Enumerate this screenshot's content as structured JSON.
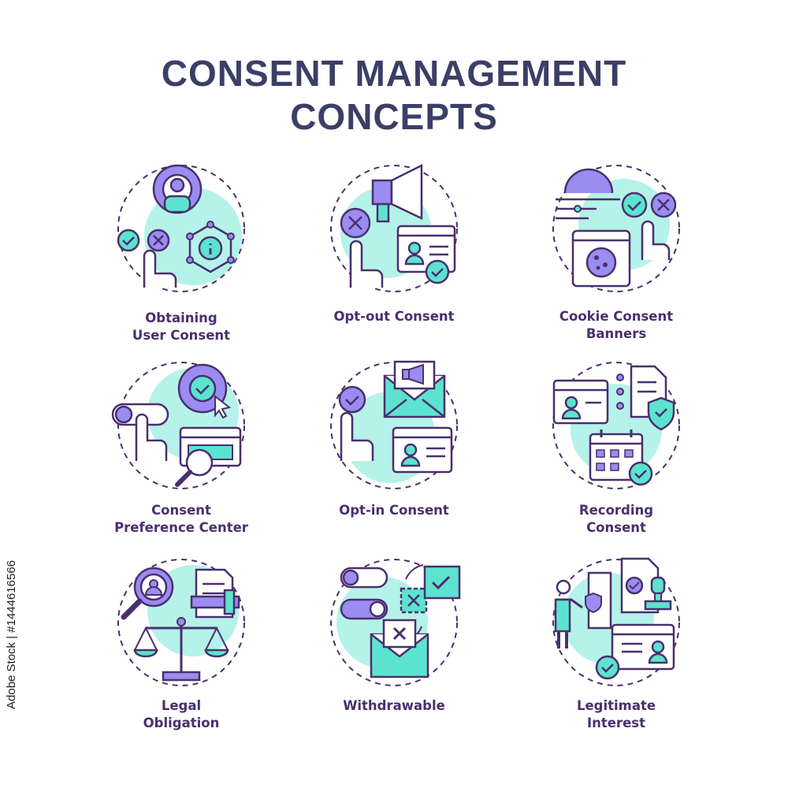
{
  "title": {
    "line1": "CONSENT MANAGEMENT",
    "line2": "CONCEPTS"
  },
  "watermark": "Adobe Stock | #1444616566",
  "colors": {
    "stroke": "#4a2f6e",
    "accent": "#5ce3cf",
    "violet": "#9b8cf1",
    "title": "#3b3f66"
  },
  "concepts": [
    {
      "line1": "Obtaining",
      "line2": "User Consent",
      "icon": "gear-user-hand-network-icon"
    },
    {
      "line1": "Opt-out Consent",
      "line2": "",
      "icon": "megaphone-reject-profile-icon"
    },
    {
      "line1": "Cookie Consent",
      "line2": "Banners",
      "icon": "cookie-window-gear-icon"
    },
    {
      "line1": "Consent",
      "line2": "Preference Center",
      "icon": "toggle-gear-magnifier-icon"
    },
    {
      "line1": "Opt-in Consent",
      "line2": "",
      "icon": "envelope-megaphone-check-icon"
    },
    {
      "line1": "Recording",
      "line2": "Consent",
      "icon": "calendar-document-shield-icon"
    },
    {
      "line1": "Legal",
      "line2": "Obligation",
      "icon": "scales-gavel-document-icon"
    },
    {
      "line1": "Withdrawable",
      "line2": "",
      "icon": "toggles-envelope-cross-icon"
    },
    {
      "line1": "Legitimate",
      "line2": "Interest",
      "icon": "person-stamp-document-icon"
    }
  ]
}
